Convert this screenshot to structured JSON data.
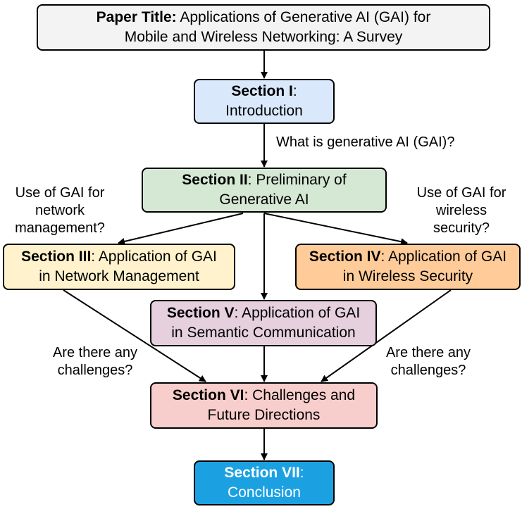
{
  "title_box": {
    "bold": "Paper Title:",
    "line1": " Applications of Generative AI (GAI) for",
    "line2": "Mobile and Wireless Networking: A Survey"
  },
  "sections": {
    "s1": {
      "bold": "Section I",
      "line1": ":",
      "line2": "Introduction"
    },
    "s2": {
      "bold": "Section II",
      "line1": ": Preliminary of",
      "line2": "Generative AI"
    },
    "s3": {
      "bold": "Section III",
      "line1": ": Application of GAI",
      "line2": "in Network Management"
    },
    "s4": {
      "bold": "Section IV",
      "line1": ": Application of GAI",
      "line2": "in Wireless Security"
    },
    "s5": {
      "bold": "Section V",
      "line1": ": Application of GAI",
      "line2": "in Semantic Communication"
    },
    "s6": {
      "bold": "Section VI",
      "line1": ": Challenges and",
      "line2": "Future Directions"
    },
    "s7": {
      "bold": "Section VII",
      "line1": ":",
      "line2": "Conclusion"
    }
  },
  "questions": {
    "what_is_gai": "What is generative AI (GAI)?",
    "network_mgmt": [
      "Use of GAI for",
      "network",
      "management?"
    ],
    "wireless_sec": [
      "Use of GAI for",
      "wireless",
      "security?"
    ],
    "challenges_left": [
      "Are there any",
      "challenges?"
    ],
    "challenges_right": [
      "Are there any",
      "challenges?"
    ]
  },
  "colors": {
    "title": "#f3f3f3",
    "s1": "#dae8fc",
    "s2": "#d5e8d4",
    "s3": "#fff2cc",
    "s4": "#ffcc99",
    "s5": "#e6d0de",
    "s6": "#f8cecc",
    "s7": "#1ba1e2",
    "s7_text": "#ffffff"
  }
}
